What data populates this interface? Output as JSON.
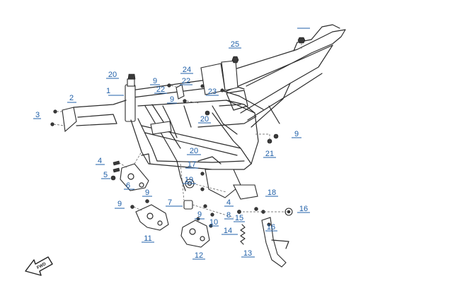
{
  "callouts": [
    {
      "label": "1"
    },
    {
      "label": "2"
    },
    {
      "label": "3"
    },
    {
      "label": "4"
    },
    {
      "label": "4"
    },
    {
      "label": "5"
    },
    {
      "label": "6"
    },
    {
      "label": "7"
    },
    {
      "label": "8"
    },
    {
      "label": "9"
    },
    {
      "label": "9"
    },
    {
      "label": "9"
    },
    {
      "label": "9"
    },
    {
      "label": "9"
    },
    {
      "label": "9"
    },
    {
      "label": "10"
    },
    {
      "label": "11"
    },
    {
      "label": "12"
    },
    {
      "label": "13"
    },
    {
      "label": "14"
    },
    {
      "label": "15"
    },
    {
      "label": "16"
    },
    {
      "label": "16"
    },
    {
      "label": "17"
    },
    {
      "label": "18"
    },
    {
      "label": "19"
    },
    {
      "label": "20"
    },
    {
      "label": "20"
    },
    {
      "label": "20"
    },
    {
      "label": "21"
    },
    {
      "label": "22"
    },
    {
      "label": "22"
    },
    {
      "label": "23"
    },
    {
      "label": "24"
    },
    {
      "label": "25"
    }
  ],
  "direction_arrow": {
    "label": "FWD"
  },
  "colors": {
    "callout": "#1f5fa8",
    "linework": "#2b2b2b"
  }
}
